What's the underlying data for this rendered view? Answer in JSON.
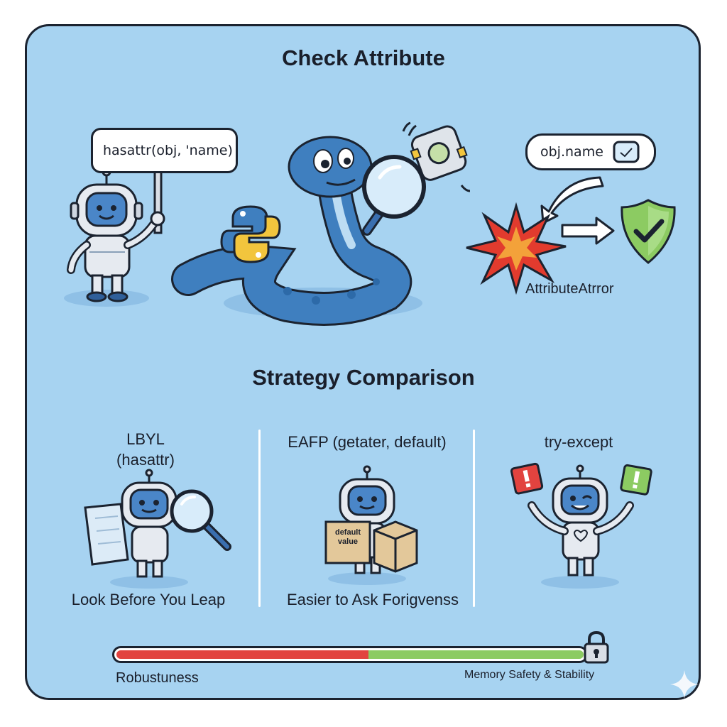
{
  "titles": {
    "top": "Check Attribute",
    "middle": "Strategy Comparison"
  },
  "top_section": {
    "left_bubble": "hasattr(obj, 'name)",
    "right_bubble": "obj.name",
    "error_label": "AttributeAtrror"
  },
  "strategies": [
    {
      "heading_line1": "LBYL",
      "heading_line2": "(hasattr)",
      "caption": "Look Before You Leap"
    },
    {
      "heading_line1": "EAFP (getater, default)",
      "caption": "Easier to Ask Forigvenss",
      "box_label_line1": "default",
      "box_label_line2": "value"
    },
    {
      "heading_line1": "try-except",
      "caption": ""
    }
  ],
  "scale": {
    "left_label": "Robustuness",
    "right_label": "Memory Safety & Stability",
    "red_fraction": 0.54
  },
  "icons": [
    "robot-icon",
    "python-logo-icon",
    "snake-mascot-icon",
    "magnifier-icon",
    "gear-box-icon",
    "explosion-icon",
    "shield-check-icon",
    "arrow-right-icon",
    "map-icon",
    "box-icon",
    "exclamation-cube-icon",
    "lock-icon",
    "sparkle-icon"
  ],
  "colors": {
    "background": "#a7d3f1",
    "outline": "#1b2330",
    "robot_face": "#4a86c8",
    "snake": "#3f7fbf",
    "error_red": "#e2433f",
    "ok_green": "#8ccb62",
    "python_yellow": "#f2c53d"
  }
}
